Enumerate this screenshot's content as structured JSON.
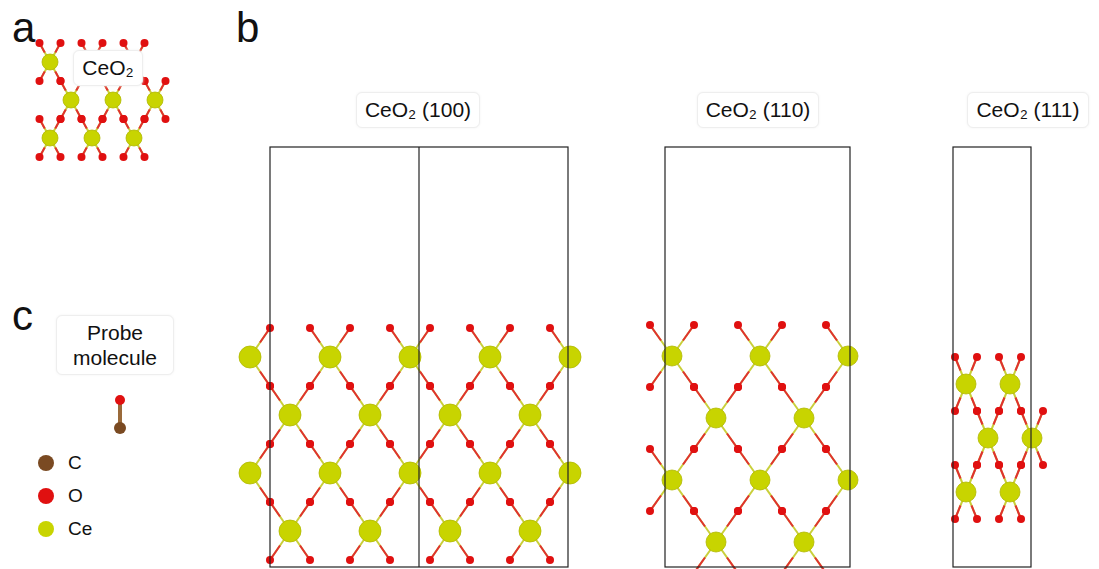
{
  "diagram": {
    "nodes": [
      {
        "text": [
          "CeO₂"
        ]
      },
      {
        "text": [
          "CeO₂ (100)"
        ]
      },
      {
        "text": [
          "CeO₂ (110)"
        ]
      },
      {
        "text": [
          "CeO₂ (111)"
        ]
      },
      {
        "text": [
          "Probe molecule"
        ]
      }
    ],
    "labels": [
      "a",
      "b",
      "c"
    ],
    "legend": [
      {
        "text": "C",
        "color": "#7a4a22"
      },
      {
        "text": "O",
        "color": "#e01010"
      },
      {
        "text": "Ce",
        "color": "#c8d400"
      }
    ]
  }
}
